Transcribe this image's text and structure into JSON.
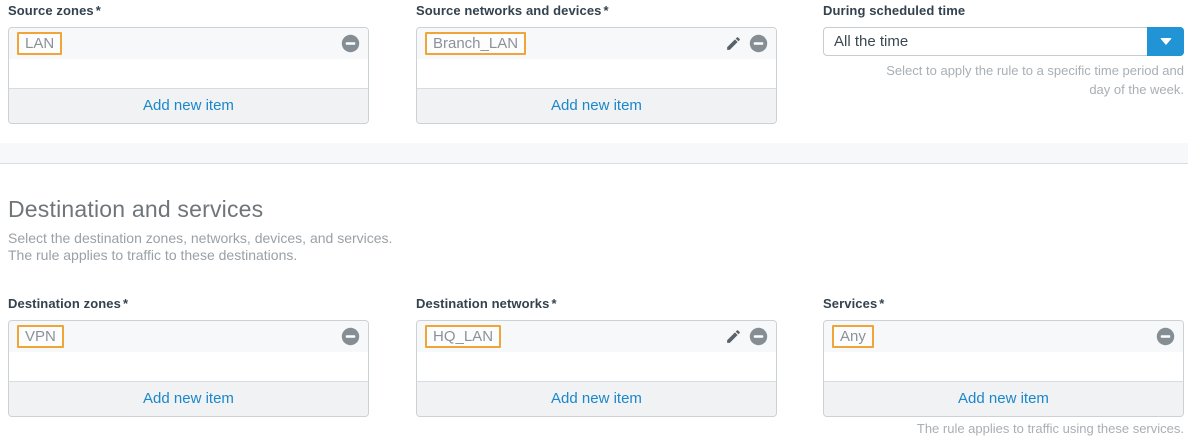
{
  "labels": {
    "required_marker": "*"
  },
  "source_section": {
    "source_zones": {
      "label": "Source zones",
      "items": [
        {
          "name": "LAN"
        }
      ],
      "add_label": "Add new item"
    },
    "source_networks": {
      "label": "Source networks and devices",
      "items": [
        {
          "name": "Branch_LAN"
        }
      ],
      "add_label": "Add new item"
    },
    "schedule": {
      "label": "During scheduled time",
      "selected_value": "All the time",
      "hint_line1": "Select to apply the rule to a specific time period and",
      "hint_line2": "day of the week."
    }
  },
  "destination_section": {
    "title": "Destination and services",
    "description_line1": "Select the destination zones, networks, devices, and services.",
    "description_line2": "The rule applies to traffic to these destinations.",
    "destination_zones": {
      "label": "Destination zones",
      "items": [
        {
          "name": "VPN"
        }
      ],
      "add_label": "Add new item"
    },
    "destination_networks": {
      "label": "Destination networks",
      "items": [
        {
          "name": "HQ_LAN"
        }
      ],
      "add_label": "Add new item"
    },
    "services": {
      "label": "Services",
      "items": [
        {
          "name": "Any"
        }
      ],
      "add_label": "Add new item",
      "clipped_hint": "The rule applies to traffic using these services."
    }
  },
  "colors": {
    "accent_blue": "#2094d5",
    "link_blue": "#1b87cb",
    "tag_border_orange": "#f0a53b",
    "label_dark": "#33424e"
  }
}
